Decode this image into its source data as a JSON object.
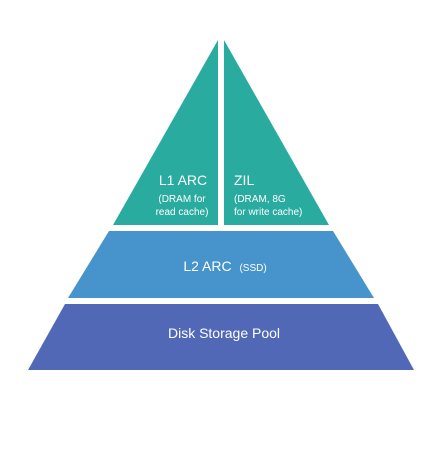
{
  "diagram": {
    "levels": {
      "l1_arc": {
        "title": "L1 ARC",
        "line1": "(DRAM for",
        "line2": "read cache)"
      },
      "zil": {
        "title": "ZIL",
        "line1": "(DRAM, 8G",
        "line2": "for write cache)"
      },
      "l2_arc": {
        "title": "L2 ARC",
        "note": "(SSD)"
      },
      "disk_pool": {
        "title": "Disk Storage Pool"
      }
    },
    "colors": {
      "top_tier": "#2aaba0",
      "middle_tier": "#4794cc",
      "bottom_tier": "#5168b7",
      "text": "#ffffff",
      "background": "#ffffff"
    }
  }
}
